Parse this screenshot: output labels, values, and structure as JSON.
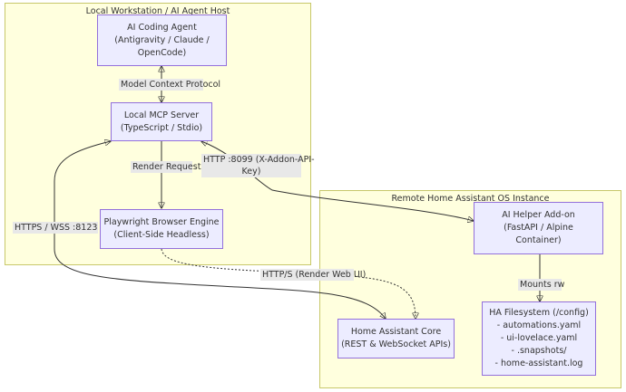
{
  "clusters": {
    "local": {
      "title": "Local Workstation / AI Agent Host"
    },
    "remote": {
      "title": "Remote Home Assistant OS Instance"
    }
  },
  "nodes": {
    "agent": {
      "lines": [
        "AI Coding Agent",
        "(Antigravity / Claude /",
        "OpenCode)"
      ]
    },
    "mcp": {
      "lines": [
        "Local MCP Server",
        "(TypeScript / Stdio)"
      ]
    },
    "playwright": {
      "lines": [
        "Playwright Browser Engine",
        "(Client-Side Headless)"
      ]
    },
    "addon": {
      "lines": [
        "AI Helper Add-on",
        "(FastAPI / Alpine",
        "Container)"
      ]
    },
    "core": {
      "lines": [
        "Home Assistant Core",
        "(REST & WebSocket APIs)"
      ]
    },
    "fs": {
      "lines": [
        "HA Filesystem (/config)",
        "- automations.yaml",
        "- ui-lovelace.yaml",
        "- .snapshots/",
        "- home-assistant.log"
      ]
    }
  },
  "edges": {
    "mcp_protocol": {
      "lines": [
        "Model Context Protocol"
      ]
    },
    "render": {
      "lines": [
        "Render Requests"
      ]
    },
    "http_addon": {
      "lines": [
        "HTTP :8099 (X-Addon-API-",
        "Key)"
      ]
    },
    "https_wss": {
      "lines": [
        "HTTPS / WSS :8123"
      ]
    },
    "http_s": {
      "lines": [
        "HTTP/S (Render Web UI)"
      ]
    },
    "mounts": {
      "lines": [
        "Mounts rw"
      ]
    }
  },
  "colors": {
    "cluster_fill": "#ffffde",
    "cluster_border": "#c8c86a",
    "node_fill": "#ececff",
    "node_border": "#9370db",
    "edge_label_bg": "#e8e8e8",
    "line": "#333333"
  }
}
